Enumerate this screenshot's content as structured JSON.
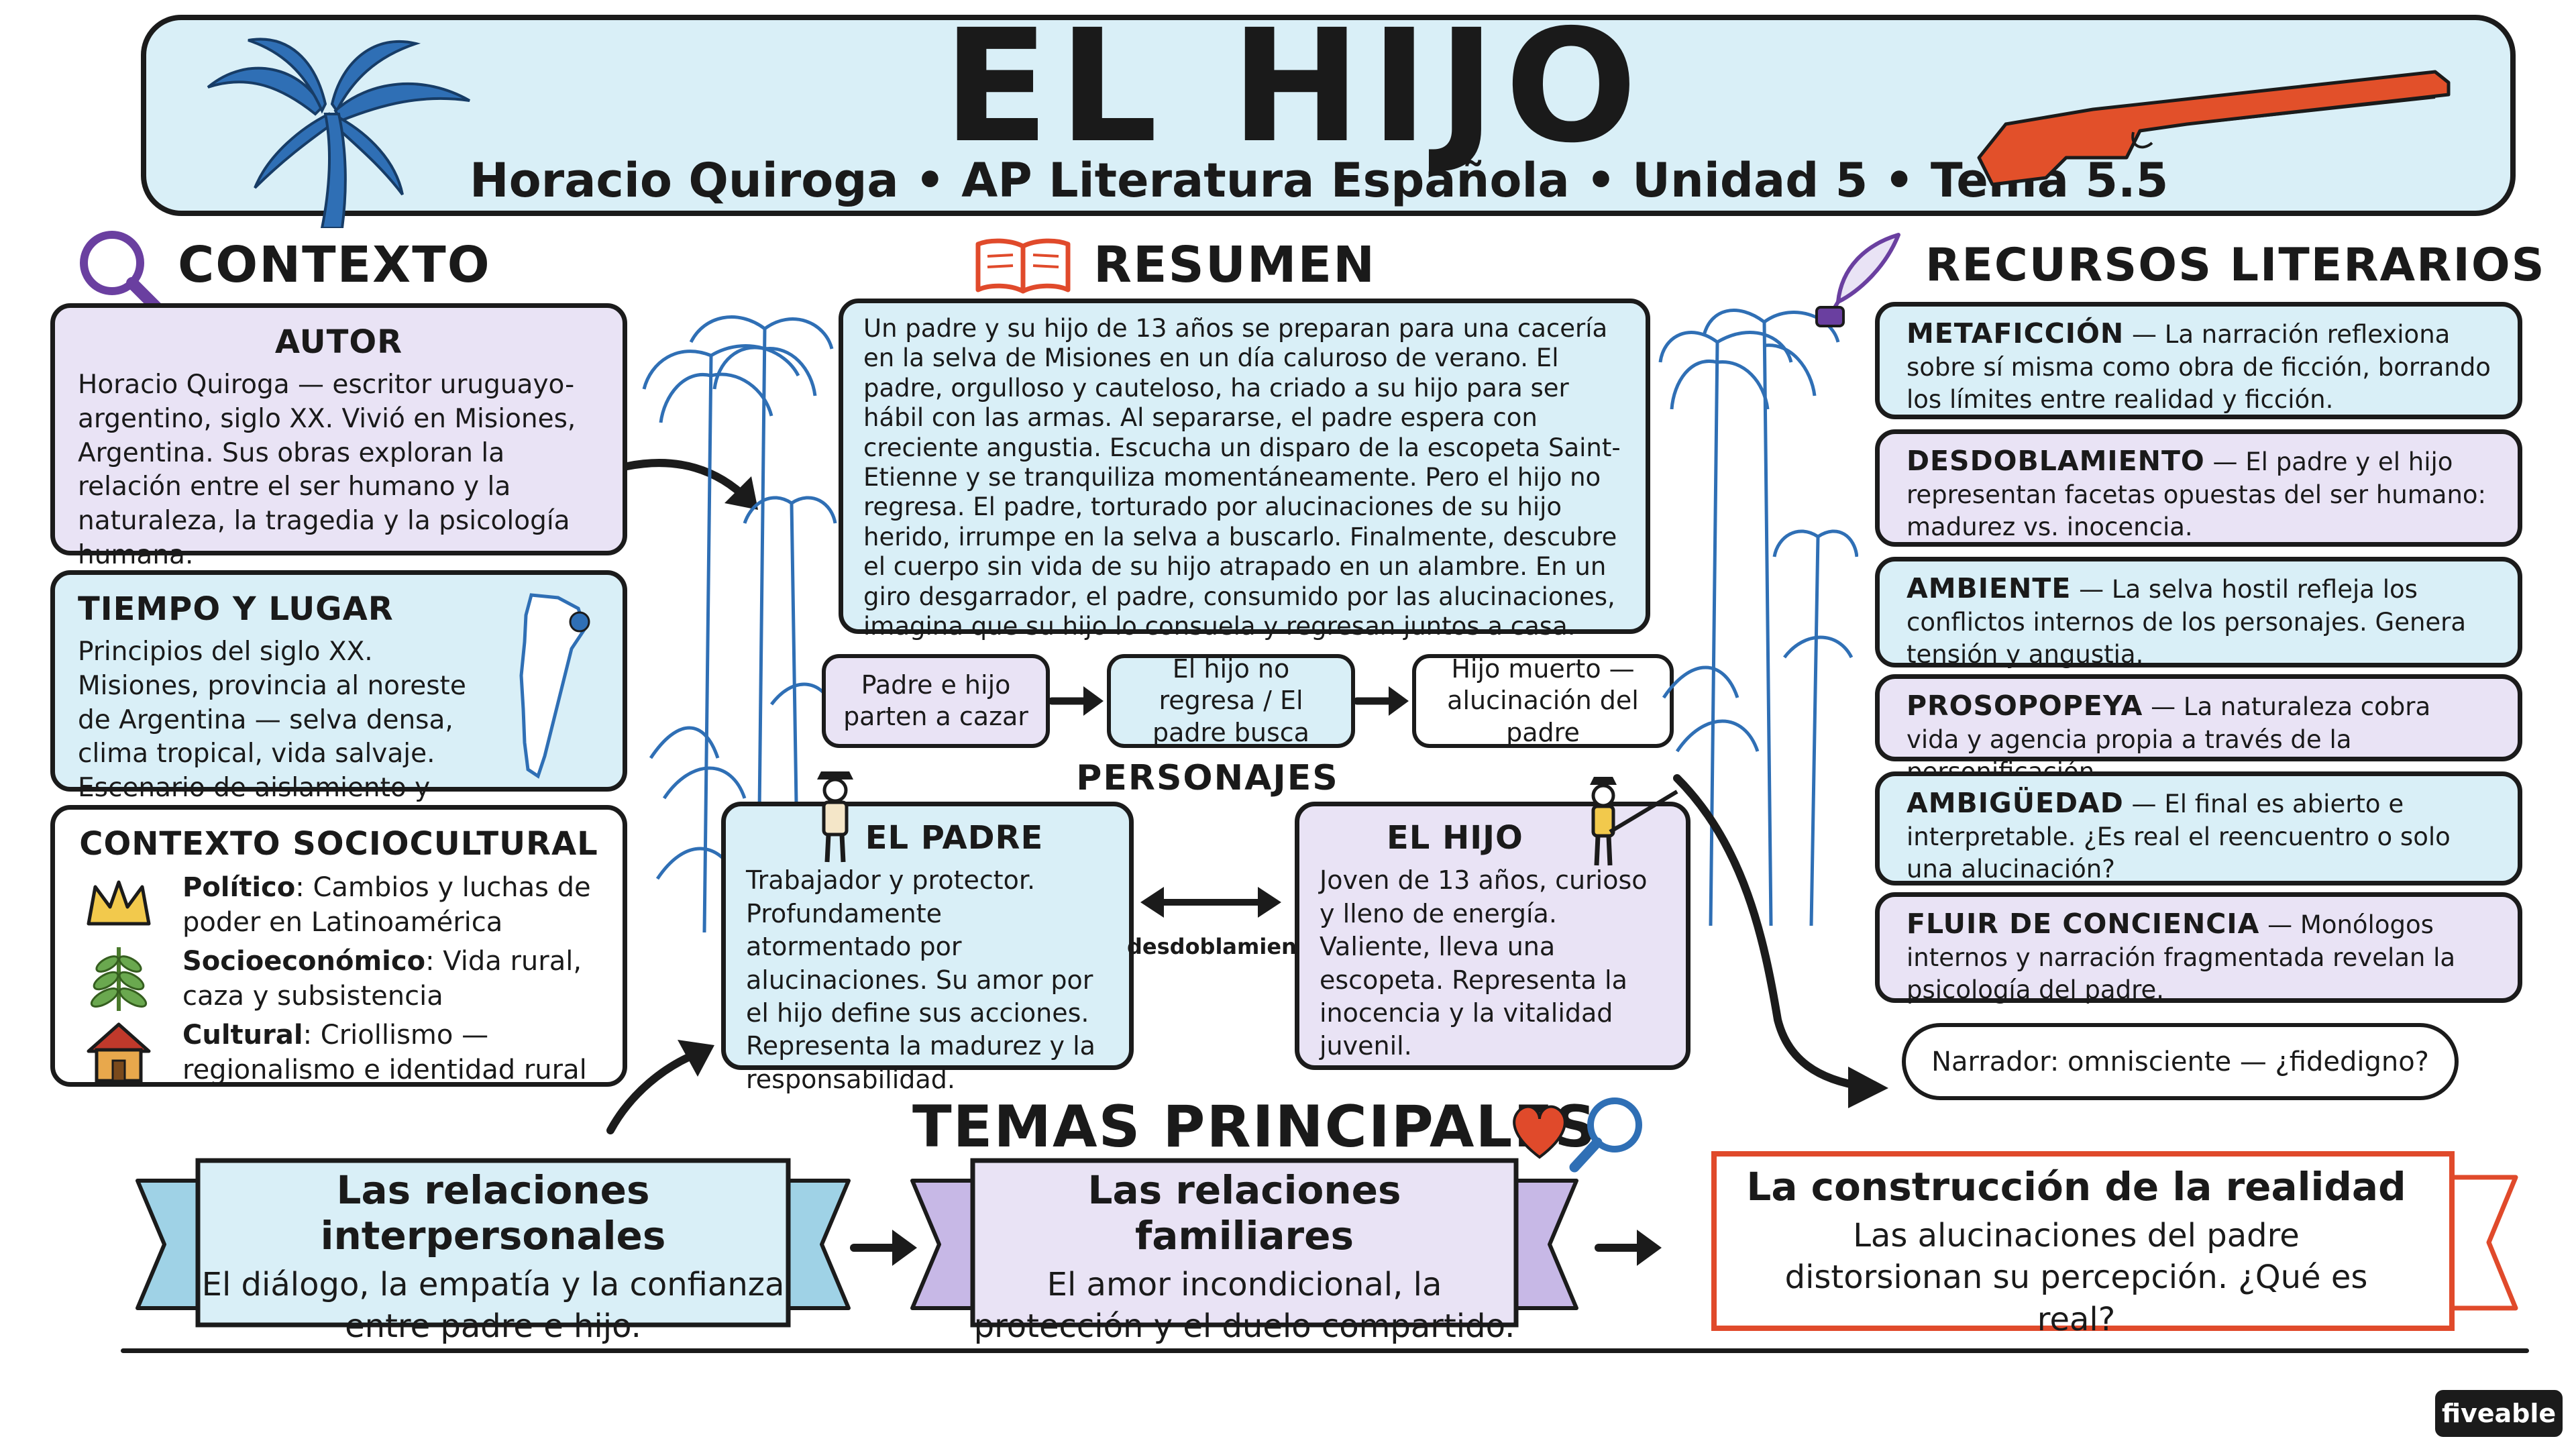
{
  "header": {
    "title": "EL HIJO",
    "subtitle": "Horacio Quiroga • AP Literatura Española • Unidad 5 • Tema 5.5"
  },
  "contexto": {
    "title": "CONTEXTO",
    "autor": {
      "title": "AUTOR",
      "text": "Horacio Quiroga — escritor uruguayo-argentino, siglo XX. Vivió en Misiones, Argentina. Sus obras exploran la relación entre el ser humano y la naturaleza, la tragedia y la psicología humana."
    },
    "tiempo": {
      "title": "TIEMPO Y LUGAR",
      "text": "Principios del siglo XX. Misiones, provincia al noreste de Argentina — selva densa, clima tropical, vida salvaje. Escenario de aislamiento y peligro."
    },
    "socio": {
      "title": "CONTEXTO SOCIOCULTURAL",
      "items": [
        {
          "label": "Político",
          "text": ": Cambios y luchas de poder en Latinoamérica",
          "icon": "crown-icon"
        },
        {
          "label": "Socioeconómico",
          "text": ": Vida rural, caza y subsistencia",
          "icon": "plant-icon"
        },
        {
          "label": "Cultural",
          "text": ": Criollismo — regionalismo e identidad rural",
          "icon": "house-icon"
        }
      ]
    }
  },
  "resumen": {
    "title": "RESUMEN",
    "text": "Un padre y su hijo de 13 años se preparan para una cacería en la selva de Misiones en un día caluroso de verano. El padre, orgulloso y cauteloso, ha criado a su hijo para ser hábil con las armas. Al separarse, el padre espera con creciente angustia. Escucha un disparo de la escopeta Saint-Etienne y se tranquiliza momentáneamente. Pero el hijo no regresa. El padre, torturado por alucinaciones de su hijo herido, irrumpe en la selva a buscarlo. Finalmente, descubre el cuerpo sin vida de su hijo atrapado en un alambre. En un giro desgarrador, el padre, consumido por las alucinaciones, imagina que su hijo lo consuela y regresan juntos a casa.",
    "flow": [
      "Padre e hijo parten a cazar",
      "El hijo no regresa / El padre busca",
      "Hijo muerto — alucinación del padre"
    ]
  },
  "personajes": {
    "title": "PERSONAJES",
    "padre": {
      "title": "EL PADRE",
      "text": "Trabajador y protector. Profundamente atormentado por alucinaciones. Su amor por el hijo define sus acciones. Representa la madurez y la responsabilidad."
    },
    "hijo": {
      "title": "EL HIJO",
      "text": "Joven de 13 años, curioso y lleno de energía. Valiente, lleva una escopeta. Representa la inocencia y la vitalidad juvenil."
    },
    "link_label": "desdoblamiento"
  },
  "recursos": {
    "title": "RECURSOS LITERARIOS",
    "items": [
      {
        "name": "METAFICCIÓN",
        "text": " — La narración reflexiona sobre sí misma como obra de ficción, borrando los límites entre realidad y ficción."
      },
      {
        "name": "DESDOBLAMIENTO",
        "text": " — El padre y el hijo representan facetas opuestas del ser humano: madurez vs. inocencia."
      },
      {
        "name": "AMBIENTE",
        "text": " — La selva hostil refleja los conflictos internos de los personajes. Genera tensión y angustia."
      },
      {
        "name": "PROSOPOPEYA",
        "text": " — La naturaleza cobra vida y agencia propia a través de la personificación."
      },
      {
        "name": "AMBIGÜEDAD",
        "text": " — El final es abierto e interpretable. ¿Es real el reencuentro o solo una alucinación?"
      },
      {
        "name": "FLUIR DE CONCIENCIA",
        "text": " — Monólogos internos y narración fragmentada revelan la psicología del padre."
      }
    ],
    "narrador": "Narrador: omnisciente — ¿fidedigno?"
  },
  "temas": {
    "title": "TEMAS PRINCIPALES",
    "items": [
      {
        "title": "Las relaciones interpersonales",
        "text": "El diálogo, la empatía y la confianza entre padre e hijo."
      },
      {
        "title": "Las relaciones familiares",
        "text": "El amor incondicional, la protección y el duelo compartido."
      },
      {
        "title": "La construcción de la realidad",
        "text": "Las alucinaciones del padre distorsionan su percepción. ¿Qué es real?"
      }
    ]
  },
  "brand": "fiveable",
  "colors": {
    "header_bg": "#d9eff7",
    "blue_box": "#d9eff7",
    "lavender_box": "#e9e3f5",
    "rifle_orange": "#e2502a",
    "accent_red": "#e04a2b",
    "magnifier_purple": "#6a3fa0",
    "palm_blue": "#2f6fb5"
  }
}
